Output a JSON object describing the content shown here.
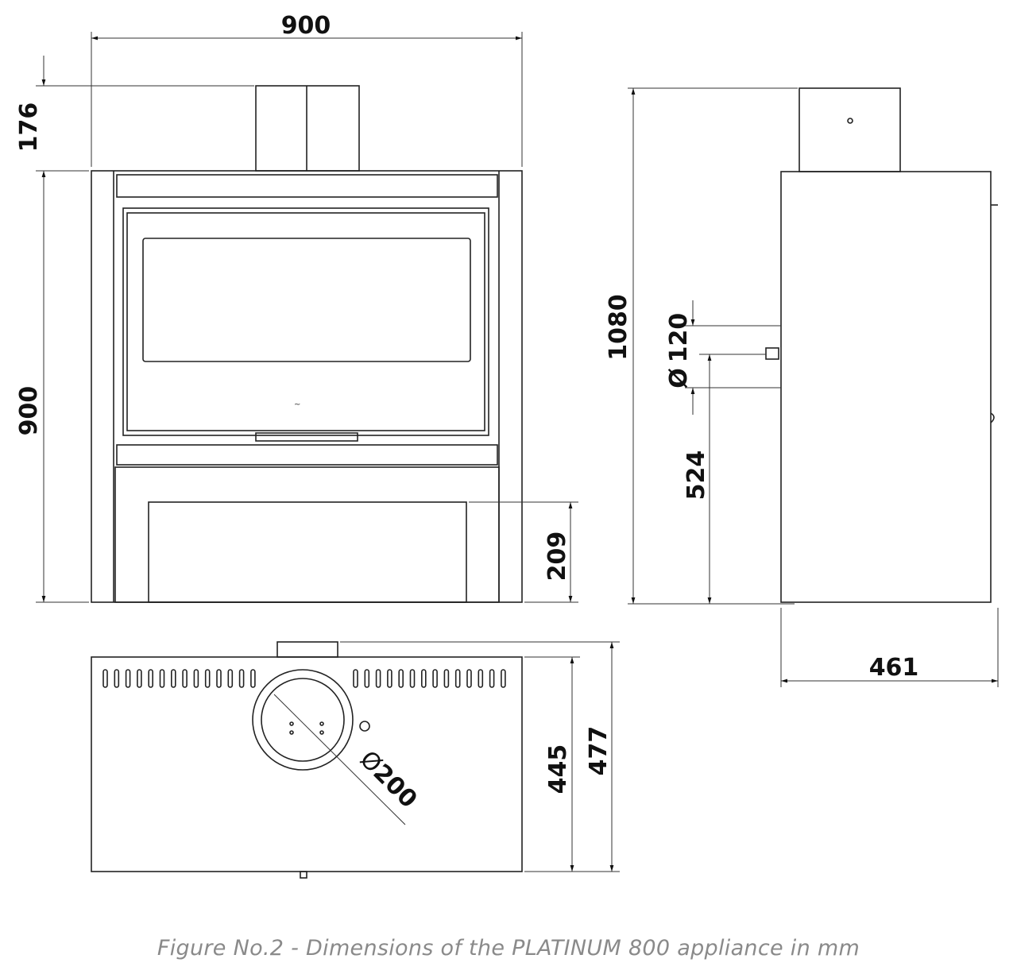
{
  "dimensions": {
    "front_width": "900",
    "flue_height": "176",
    "front_height": "900",
    "ash_height": "209",
    "total_height": "1080",
    "rear_outlet": "120",
    "diameter_symbol": "Ø",
    "rear_outlet_height": "524",
    "depth": "461",
    "top_depth_body": "445",
    "top_depth_total": "477",
    "flue_diameter": "200"
  },
  "caption": "Figure No.2 - Dimensions of the PLATINUM 800 appliance in mm"
}
